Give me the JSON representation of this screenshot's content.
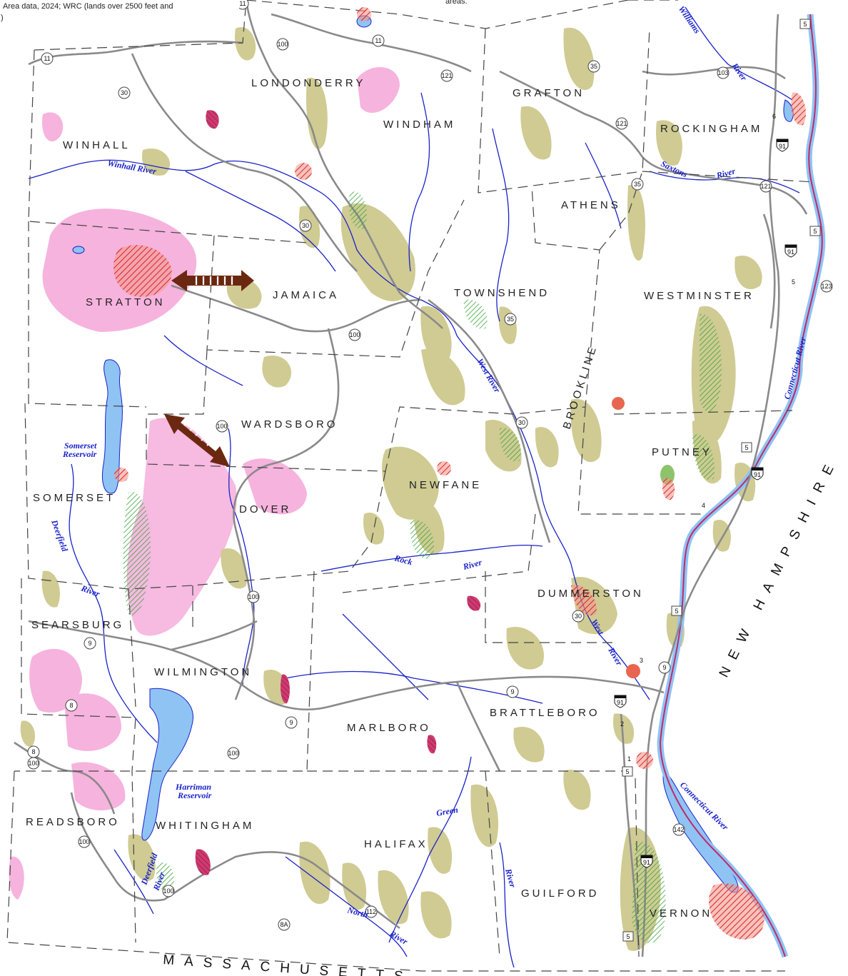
{
  "notes": {
    "source_line1": "Area data, 2024; WRC (lands over 2500 feet and",
    "source_line2": ")",
    "areas_fragment": "areas."
  },
  "towns": {
    "londonderry": "LONDONDERRY",
    "winhall": "WINHALL",
    "windham": "WINDHAM",
    "grafton": "GRAFTON",
    "rockingham": "ROCKINGHAM",
    "athens": "ATHENS",
    "stratton": "STRATTON",
    "jamaica": "JAMAICA",
    "townshend": "TOWNSHEND",
    "westminster": "WESTMINSTER",
    "brookline": "BROOKLINE",
    "wardsboro": "WARDSBORO",
    "putney": "PUTNEY",
    "somerset": "SOMERSET",
    "newfane": "NEWFANE",
    "dover": "DOVER",
    "dummerston": "DUMMERSTON",
    "searsburg": "SEARSBURG",
    "wilmington": "WILMINGTON",
    "brattleboro": "BRATTLEBORO",
    "marlboro": "MARLBORO",
    "readsboro": "READSBORO",
    "whitingham": "WHITINGHAM",
    "halifax": "HALIFAX",
    "guilford": "GUILFORD",
    "vernon": "VERNON"
  },
  "states": {
    "new_hampshire": "NEW HAMPSHIRE",
    "massachusetts": "MASSACHUSETTS"
  },
  "rivers": {
    "williams_1": "Williams",
    "williams_2": "River",
    "winhall": "Winhall River",
    "saxtons_1": "Saxtons",
    "saxtons_2": "River",
    "connecticut_north": "Connecticut River",
    "connecticut_south": "Connecticut River",
    "west_1": "West River",
    "west_2": "West",
    "west_3": "River",
    "rock_1": "Rock",
    "rock_2": "River",
    "deerfield_1": "Deerfield",
    "deerfield_2": "River",
    "deerfield_south_1": "Deerfield",
    "deerfield_south_2": "River",
    "green_1": "Green",
    "green_2": "River",
    "north_1": "North",
    "north_2": "River"
  },
  "waterbodies": {
    "somerset_1": "Somerset",
    "somerset_2": "Reservoir",
    "harriman_1": "Harriman",
    "harriman_2": "Reservoir"
  },
  "routes": [
    "11",
    "11",
    "11",
    "100",
    "121",
    "35",
    "121",
    "103",
    "5",
    "91",
    "121",
    "35",
    "30",
    "30",
    "5",
    "91",
    "123",
    "100",
    "100",
    "35",
    "30",
    "5",
    "91",
    "100",
    "9",
    "9",
    "9",
    "30",
    "5",
    "91",
    "8",
    "100",
    "8",
    "9",
    "100",
    "100",
    "100",
    "142",
    "91",
    "8A",
    "112",
    "5"
  ],
  "exits": [
    "6",
    "5",
    "4",
    "3",
    "2",
    "1"
  ],
  "colors": {
    "forest_blocks": "#cfcb93",
    "high_elevation": "#f6b3dd",
    "water": "#8fc3f4",
    "rivers": "#1a22c8",
    "roads": "#8a8a8a",
    "wetlands_green": "#3aa33a",
    "hatch_red": "#d8262b",
    "connectivity_arrow": "#6b2810"
  }
}
